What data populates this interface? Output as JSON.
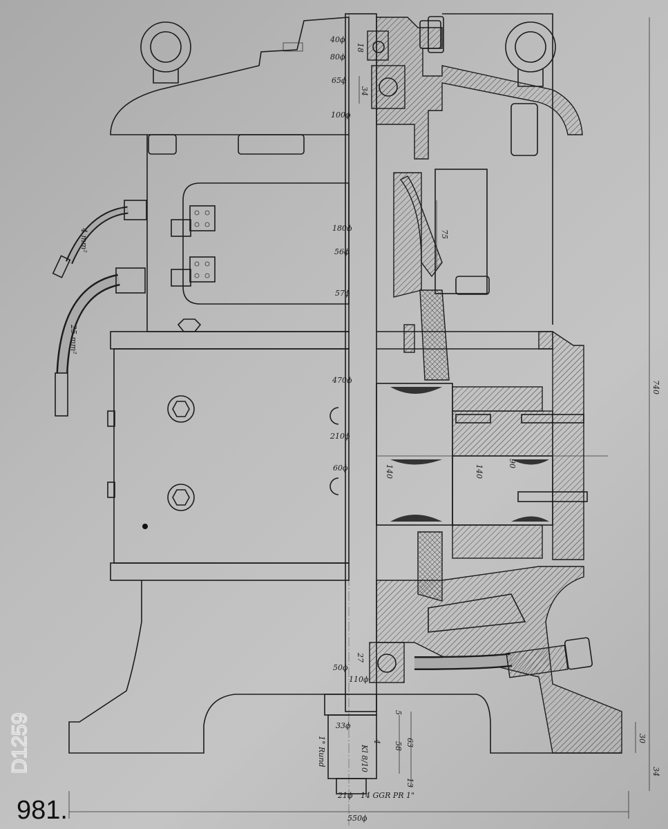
{
  "drawing": {
    "sheet_number": "981.",
    "archive_stamp": "D1259",
    "dimensions": {
      "d40": "40ϕ",
      "d18": "18",
      "d80": "80ϕ",
      "d65": "65ϕ",
      "d34_top": "34",
      "d100": "100ϕ",
      "d180": "180ϕ",
      "d56": "56ϕ",
      "d57": "57ϕ",
      "d75": "75",
      "d470": "470ϕ",
      "d210": "210ϕ",
      "d60": "60ϕ",
      "d140a": "140",
      "d140b": "140",
      "d90": "90",
      "d50": "50ϕ",
      "d27": "27",
      "d110": "110ϕ",
      "d33": "33ϕ",
      "d5": "5",
      "d4": "4",
      "d58": "58",
      "d63": "63",
      "d13": "13",
      "round_note": "1° Rund",
      "key_note": "Kl 8/10",
      "d21": "21ϕ",
      "thread_note": "14 GGR PR 1\"",
      "d550": "550ϕ",
      "h740": "740",
      "h30": "30",
      "h34": "34"
    },
    "cables": {
      "small": "4 mm²",
      "large": "25 mm²"
    }
  }
}
